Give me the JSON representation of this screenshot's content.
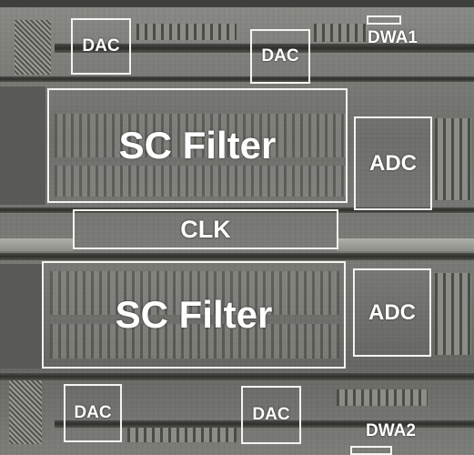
{
  "blocks": {
    "dac_top_left": "DAC",
    "dac_top_right": "DAC",
    "dac_bottom_left": "DAC",
    "dac_bottom_right": "DAC",
    "filter_top": "SC Filter",
    "filter_bottom": "SC Filter",
    "adc_top": "ADC",
    "adc_bottom": "ADC",
    "clk": "CLK",
    "dwa1": "DWA1",
    "dwa2": "DWA2"
  }
}
